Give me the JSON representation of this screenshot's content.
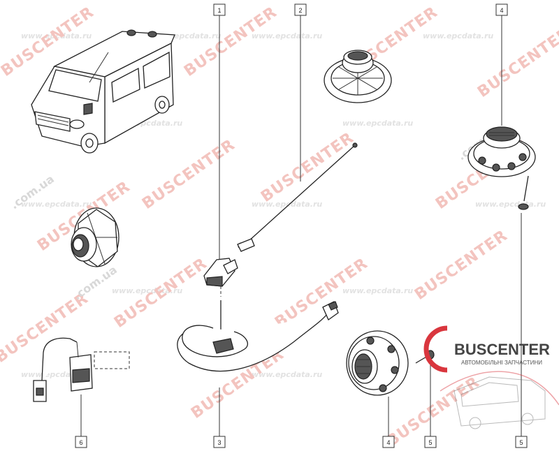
{
  "watermarks": {
    "site": "www.epcdata.ru",
    "brand": "BUSCENTER",
    "brand_domain": "BUSCENTER.com.ua",
    "domain_only": ".com.ua"
  },
  "callouts": {
    "c1": "1",
    "c2": "2",
    "c3": "3",
    "c4_top": "4",
    "c4_bottom": "4",
    "c5_mid": "5",
    "c5_right": "5",
    "c6": "6"
  },
  "logo": {
    "name": "BUSCENTER",
    "tagline": "АВТОМОБІЛЬНІ ЗАПЧАСТИНИ",
    "accent": "#d9363e"
  },
  "colors": {
    "brand_watermark": "#f3c4bf",
    "line": "#222222"
  }
}
